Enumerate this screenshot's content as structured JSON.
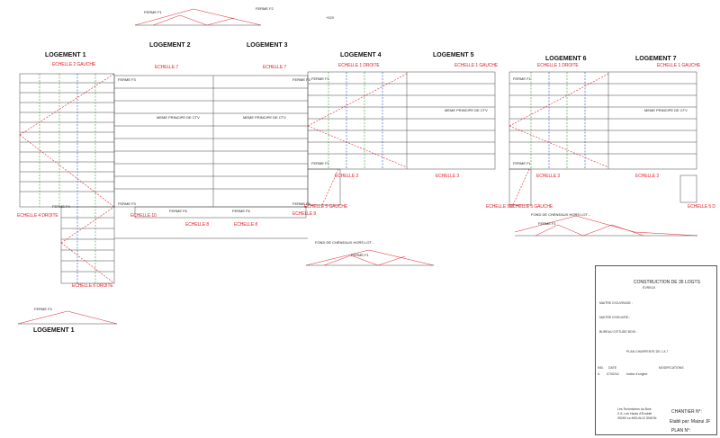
{
  "labels": {
    "logements": [
      "LOGEMENT 1",
      "LOGEMENT 2",
      "LOGEMENT 3",
      "LOGEMENT 4",
      "LOGEMENT 5",
      "LOGEMENT 6",
      "LOGEMENT 7",
      "LOGEMENT 1"
    ],
    "echelles": [
      "ECHELLE 2 GAUCHE",
      "ECHELLE 7",
      "ECHELLE 7",
      "ECHELLE 1 DROITE",
      "ECHELLE 1 GAUCHE",
      "ECHELLE 1 DROITE",
      "ECHELLE 1 GAUCHE",
      "ECHELLE 4 DROITE",
      "ECHELLE 6 DROITE",
      "ECHELLE 10",
      "ECHELLE 8",
      "ECHELLE 8",
      "ECHELLE 9",
      "ECHELLE 3",
      "ECHELLE 3",
      "ECHELLE 3",
      "ECHELLE 3",
      "ECHELLE 5 GAUCHE",
      "ECHELLE 5 D",
      "ECHELLE 5 GAUCHE",
      "ECHELLE 5 D"
    ],
    "fermes": [
      "FERME F1",
      "FERME F2",
      "FERME F3",
      "FERME F3",
      "FERME F1",
      "FERME F1",
      "FERME F3",
      "FERME F5",
      "FERME F4",
      "FERME F6",
      "FERME F6",
      "FERME F1",
      "FERME F1",
      "FERME F1",
      "FERME F1",
      "FERME F4"
    ],
    "meme": [
      "MEME PRINCIPE DE CTV",
      "MEME PRINCIPE DE CTV",
      "MEME PRINCIPE DE CTV",
      "MEME PRINCIPE DE CTV"
    ],
    "chenaux": [
      "FOND DE CHENEAUX HORS LOT...",
      "FOND DE CHENEAUX HORS LOT..."
    ],
    "altitude": "+520"
  },
  "title_block": {
    "header": "CONSTRUCTION DE 35 LOGTS",
    "subheader": "EVREUX",
    "rows": [
      "MAITRE D'OUVRAGE :",
      "MAITRE D'OEUVRE :",
      "BUREAU D'ETUDE BOIS :"
    ],
    "plan_title": "PLAN CHARPENTE DE 1 A 7",
    "rev_headers": [
      "IND.",
      "DATE",
      "MODIFICATIONS"
    ],
    "rev_row": [
      "A",
      "07/02/16",
      "Indice d'origine"
    ],
    "company": [
      "Les Techniciens du Bois",
      "Z.A. Les Hauts d'Ecublei",
      "39260 La MOUILLE  SIMON"
    ],
    "chantier": "CHANTIER N°:",
    "etabli": "Etabli par: Maizui JF",
    "plan_no": "PLAN N°:"
  }
}
